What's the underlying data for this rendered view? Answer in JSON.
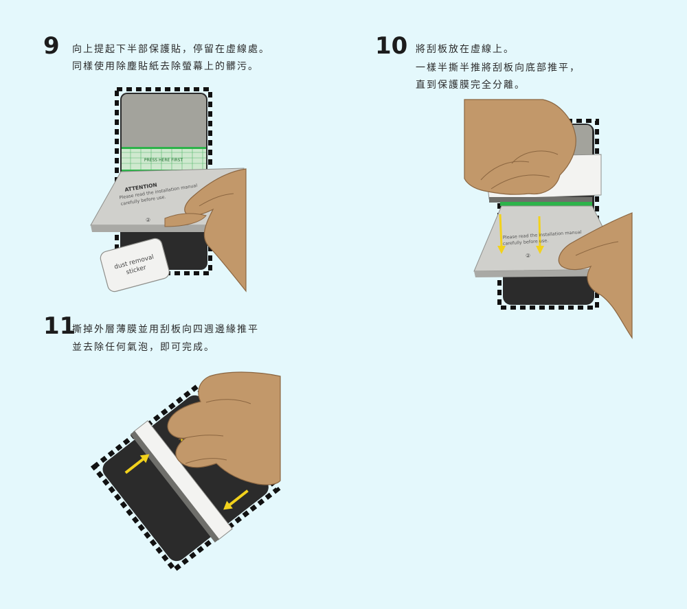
{
  "steps": [
    {
      "number": "9",
      "lines": [
        "向上提起下半部保護貼，停留在虛線處。",
        "同樣使用除塵貼紙去除螢幕上的髒污。"
      ],
      "illustration": {
        "band_label": "PRESS HERE FIRST",
        "attention_title": "ATTENTION",
        "attention_line1": "Please read the installation manual",
        "attention_line2": "carefully before use.",
        "tab_number": "②",
        "sticker_line1": "dust removal",
        "sticker_line2": "sticker"
      }
    },
    {
      "number": "10",
      "lines": [
        "將刮板放在虛線上。",
        "一樣半撕半推將刮板向底部推平，",
        "直到保護膜完全分離。"
      ],
      "illustration": {
        "manual_line1": "Please read the installation manual",
        "manual_line2": "carefully before use.",
        "tab_number": "②"
      }
    },
    {
      "number": "11",
      "lines": [
        "撕掉外層薄膜並用刮板向四週邊緣推平",
        "並去除任何氣泡，即可完成。"
      ]
    }
  ],
  "colors": {
    "background": "#e4f8fc",
    "skin": "#c2986a",
    "skin_dark": "#8a6540",
    "film": "#c9c9c5",
    "guide_green": "#2db34a",
    "arrow_yellow": "#f2d21c",
    "phone_dark": "#2b2b2b"
  }
}
